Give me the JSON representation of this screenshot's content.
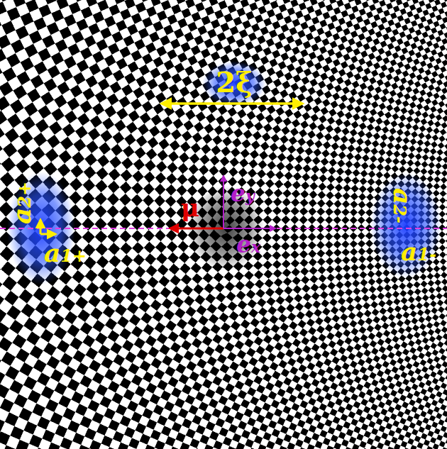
{
  "diagram": {
    "labels": [
      "2ξ",
      "μ",
      "ey",
      "ex",
      "a2+",
      "a1+",
      "a2-",
      "a1-"
    ]
  }
}
